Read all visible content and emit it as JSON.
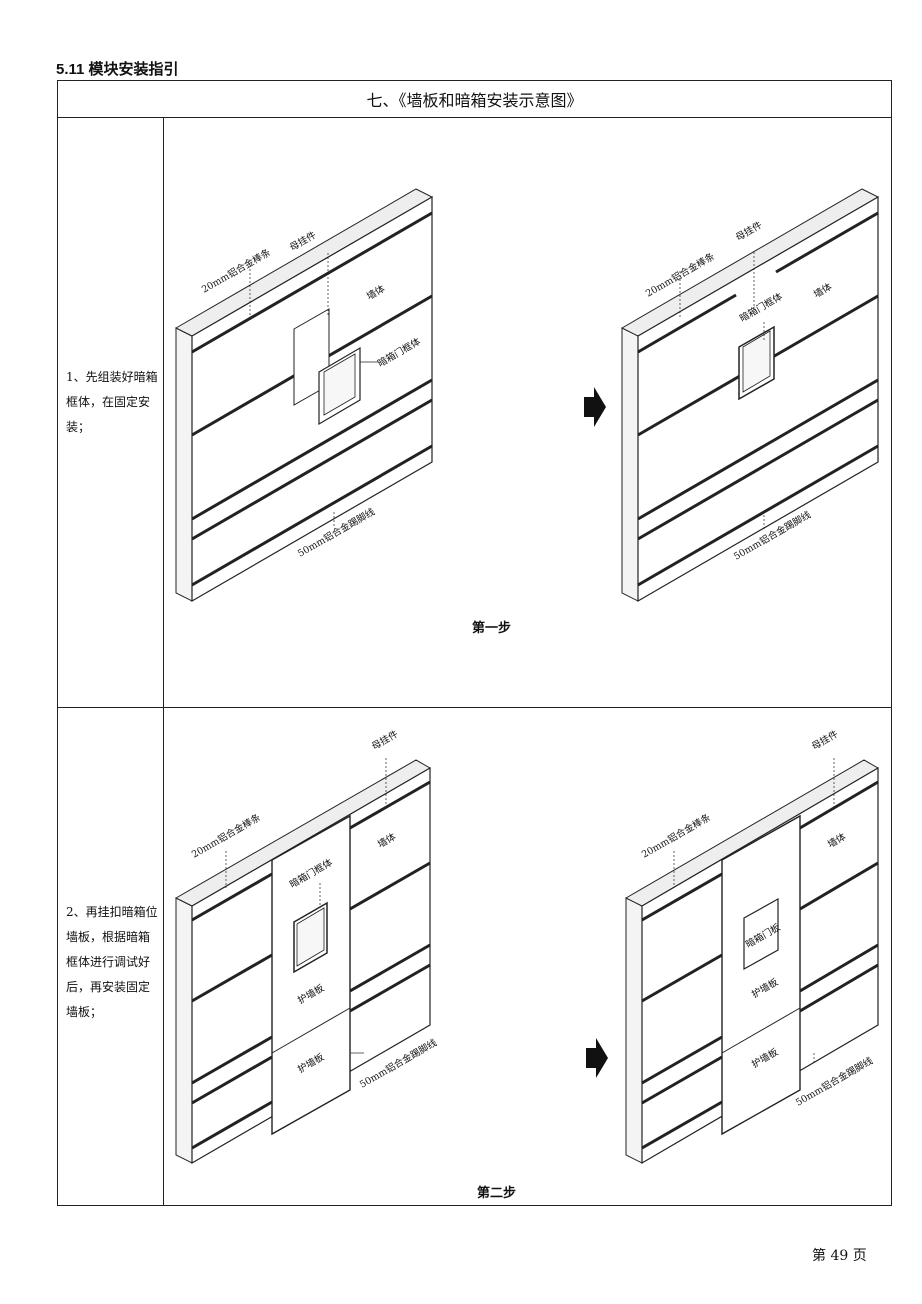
{
  "section_heading": "5.11 模块安装指引",
  "table_title": "七、《墙板和暗箱安装示意图》",
  "steps": [
    {
      "text": "1、先组装好暗箱框体，在固定安装；",
      "label": "第一步",
      "left_figure": {
        "labels": {
          "frame_strip": "20mm铝合金棒条",
          "hanger": "母挂件",
          "wall": "墙体",
          "box_frame": "暗箱门框体",
          "baseboard": "50mm铝合金踢脚线"
        }
      },
      "right_figure": {
        "labels": {
          "frame_strip": "20mm铝合金棒条",
          "hanger": "母挂件",
          "wall": "墙体",
          "box_frame": "暗箱门框体",
          "baseboard": "50mm铝合金踢脚线"
        }
      }
    },
    {
      "text": "2、再挂扣暗箱位墙板，根据暗箱框体进行调试好后，再安装固定墙板；",
      "label": "第二步",
      "left_figure": {
        "labels": {
          "frame_strip": "20mm铝合金棒条",
          "hanger": "母挂件",
          "wall": "墙体",
          "box_frame": "暗箱门框体",
          "panel_upper": "护墙板",
          "panel_lower": "护墙板",
          "baseboard": "50mm铝合金踢脚线"
        }
      },
      "right_figure": {
        "labels": {
          "frame_strip": "20mm铝合金棒条",
          "hanger": "母挂件",
          "wall": "墙体",
          "box_door": "暗箱门板",
          "panel_upper": "护墙板",
          "panel_lower": "护墙板",
          "baseboard": "50mm铝合金踢脚线"
        }
      }
    }
  ],
  "page_number": "第 49 页"
}
